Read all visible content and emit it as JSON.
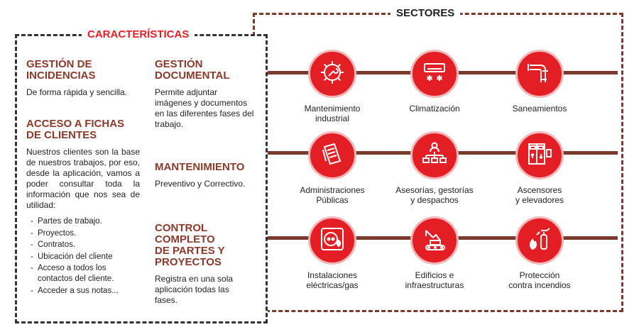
{
  "caracteristicas": {
    "title": "CARACTERÍSTICAS",
    "title_color": "#e31e24",
    "left_col": [
      {
        "heading": "GESTIÓN DE\nINCIDENCIAS",
        "text": "De forma rápida y sencilla."
      },
      {
        "heading": "ACCESO A FICHAS\nDE CLIENTES",
        "text": "Nuestros clientes son la base de nuestros trabajos, por eso, desde la aplicación, vamos a poder consultar toda la información que nos sea de utilidad:",
        "list": [
          "Partes de trabajo.",
          "Proyectos.",
          "Contratos.",
          "Ubicación del cliente",
          "Acceso a todos los contactos del cliente.",
          "Acceder a sus notas..."
        ]
      }
    ],
    "right_col": [
      {
        "heading": "GESTIÓN\nDOCUMENTAL",
        "text": "Permite adjuntar imágenes y documentos en las diferentes fases del trabajo."
      },
      {
        "heading": "MANTENIMIENTO",
        "text": "Preventivo y Correctivo."
      },
      {
        "heading": "CONTROL\nCOMPLETO\nDE PARTES Y\nPROYECTOS",
        "text": "Registra en una sola aplicación todas las fases."
      }
    ]
  },
  "sectores": {
    "title": "SECTORES",
    "accent_color": "#e31e24",
    "bar_color": "#7a3b2e",
    "rows": [
      [
        {
          "icon": "gear-wrench-icon",
          "label": "Mantenimiento\nindustrial"
        },
        {
          "icon": "air-conditioner-icon",
          "label": "Climatización"
        },
        {
          "icon": "pipe-icon",
          "label": "Saneamientos"
        }
      ],
      [
        {
          "icon": "documents-icon",
          "label": "Administraciones\nPúblicas"
        },
        {
          "icon": "org-chart-icon",
          "label": "Asesorías, gestorías\ny despachos"
        },
        {
          "icon": "elevator-icon",
          "label": "Ascensores\ny elevadores"
        }
      ],
      [
        {
          "icon": "electric-outlet-icon",
          "label": "Instalaciones\neléctricas/gas"
        },
        {
          "icon": "crane-icon",
          "label": "Edificios e\ninfraestructuras"
        },
        {
          "icon": "fire-extinguisher-icon",
          "label": "Protección\ncontra incendios"
        }
      ]
    ]
  }
}
